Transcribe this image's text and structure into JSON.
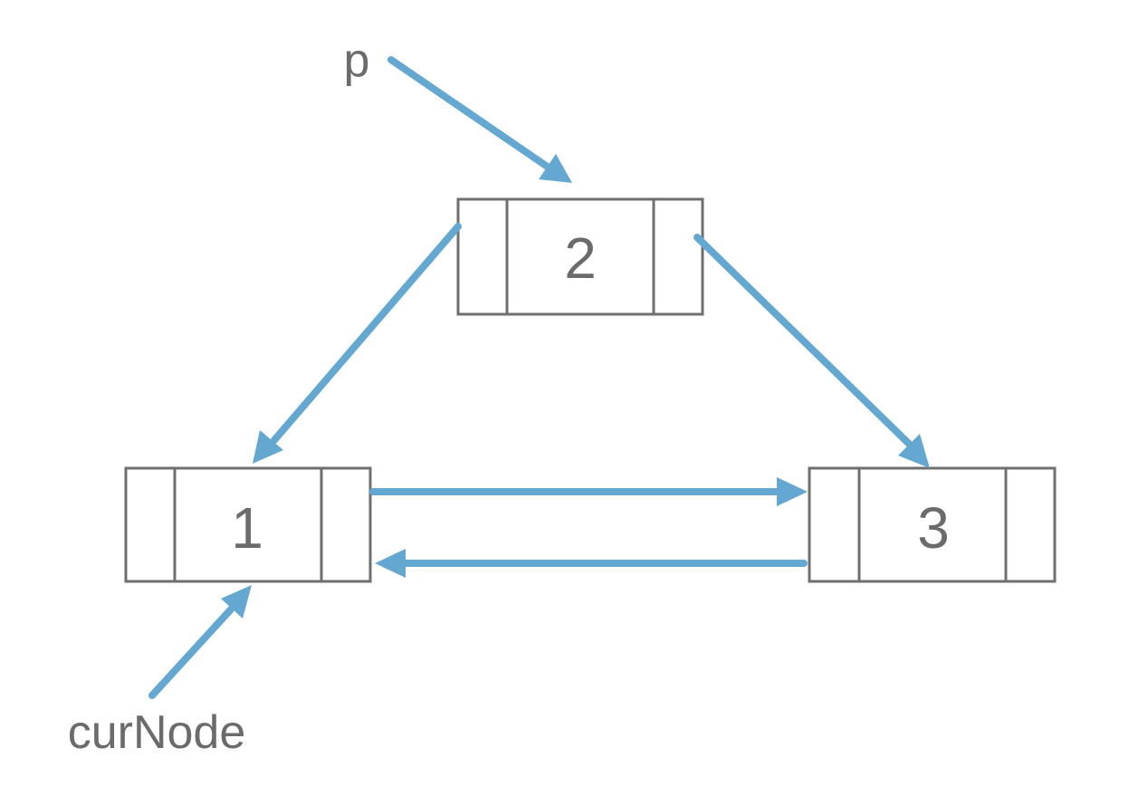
{
  "diagram": {
    "nodes": [
      {
        "id": "node-1",
        "value": "1"
      },
      {
        "id": "node-2",
        "value": "2"
      },
      {
        "id": "node-3",
        "value": "3"
      }
    ],
    "pointers": {
      "p": "p",
      "curNode": "curNode"
    },
    "colors": {
      "arrow": "#64a8d1",
      "box_border": "#6f6f6f",
      "text": "#6b6b6b",
      "background": "#ffffff"
    }
  }
}
